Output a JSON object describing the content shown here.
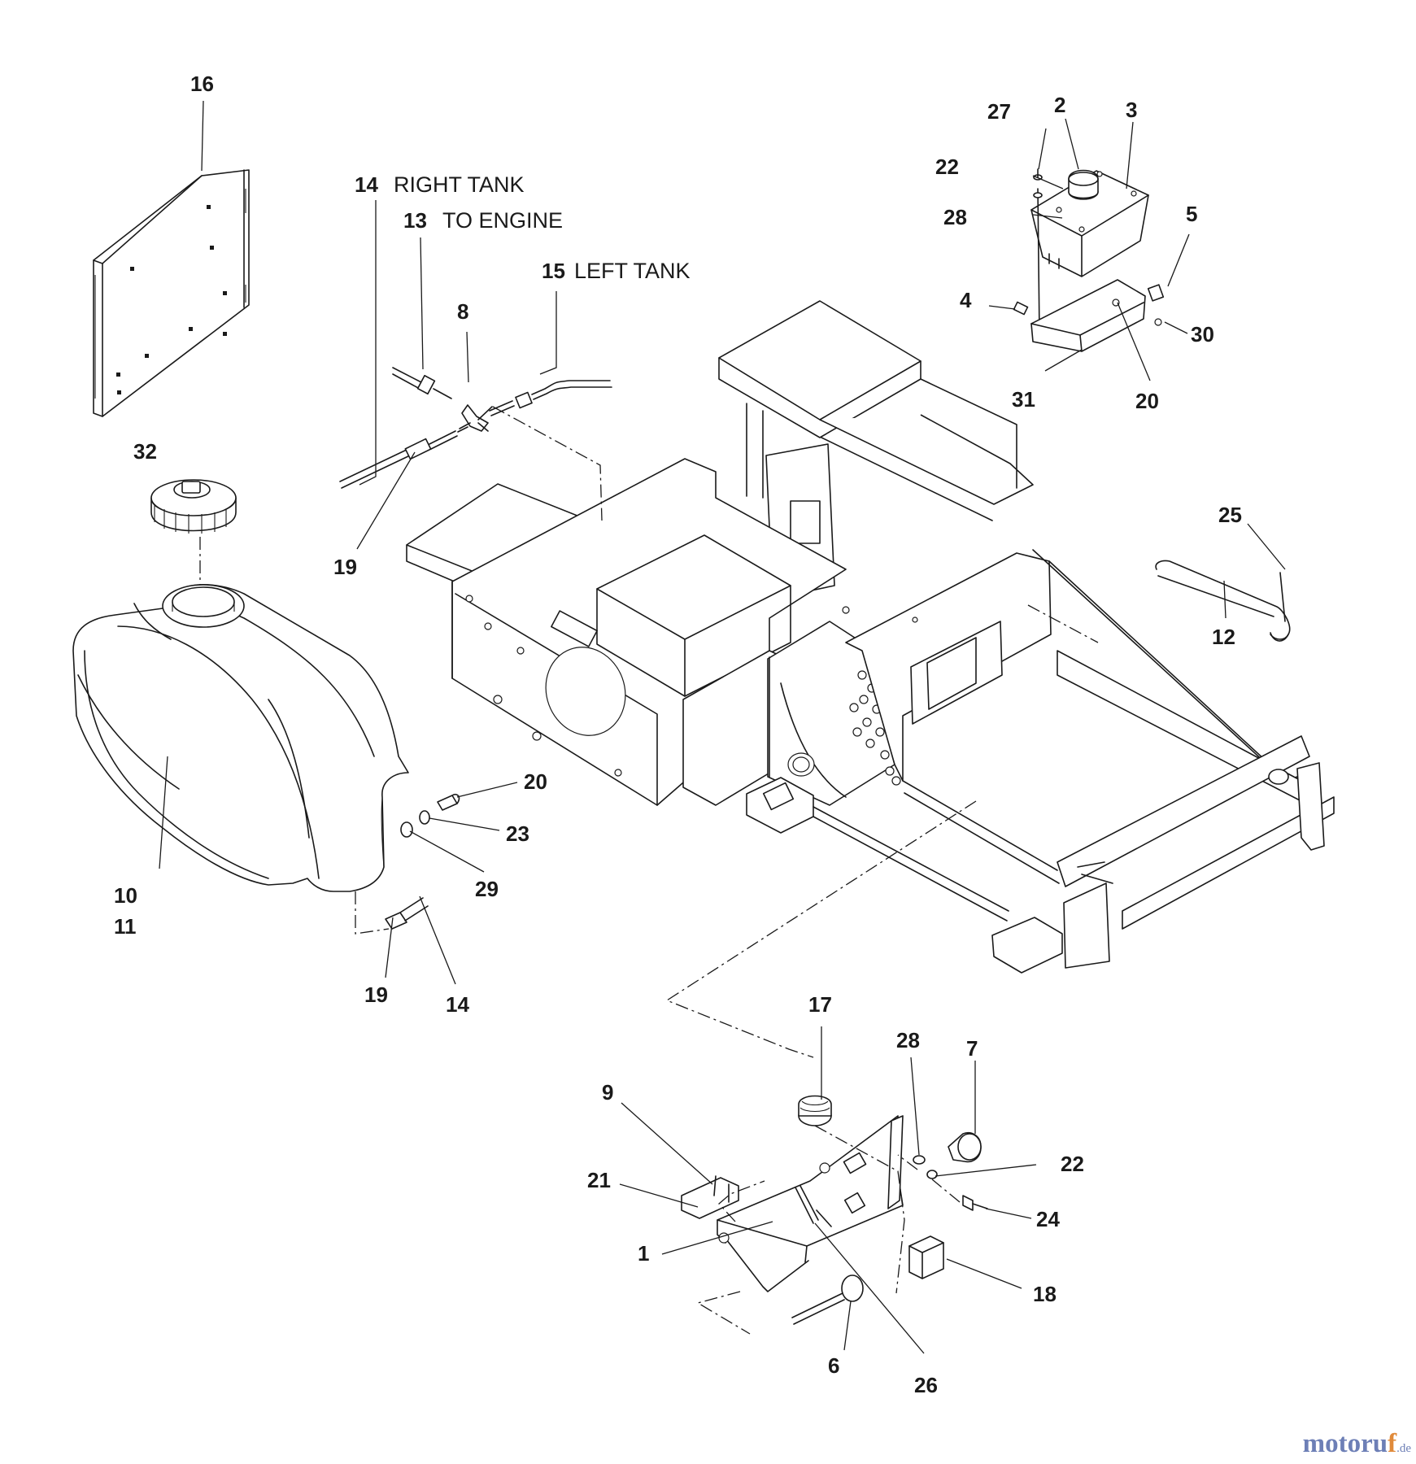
{
  "diagram": {
    "callouts": [
      {
        "id": "c16",
        "num": "16"
      },
      {
        "id": "c14a",
        "num": "14",
        "text": "RIGHT TANK"
      },
      {
        "id": "c13",
        "num": "13",
        "text": "TO ENGINE"
      },
      {
        "id": "c15",
        "num": "15",
        "text": "LEFT TANK"
      },
      {
        "id": "c8",
        "num": "8"
      },
      {
        "id": "c32",
        "num": "32"
      },
      {
        "id": "c19a",
        "num": "19"
      },
      {
        "id": "c27",
        "num": "27"
      },
      {
        "id": "c2",
        "num": "2"
      },
      {
        "id": "c3",
        "num": "3"
      },
      {
        "id": "c22a",
        "num": "22"
      },
      {
        "id": "c28a",
        "num": "28"
      },
      {
        "id": "c5",
        "num": "5"
      },
      {
        "id": "c4",
        "num": "4"
      },
      {
        "id": "c30",
        "num": "30"
      },
      {
        "id": "c31",
        "num": "31"
      },
      {
        "id": "c20a",
        "num": "20"
      },
      {
        "id": "c25",
        "num": "25"
      },
      {
        "id": "c12",
        "num": "12"
      },
      {
        "id": "c20b",
        "num": "20"
      },
      {
        "id": "c23",
        "num": "23"
      },
      {
        "id": "c29",
        "num": "29"
      },
      {
        "id": "c10",
        "num": "10"
      },
      {
        "id": "c11",
        "num": "11"
      },
      {
        "id": "c19b",
        "num": "19"
      },
      {
        "id": "c14b",
        "num": "14"
      },
      {
        "id": "c17",
        "num": "17"
      },
      {
        "id": "c28b",
        "num": "28"
      },
      {
        "id": "c7",
        "num": "7"
      },
      {
        "id": "c9",
        "num": "9"
      },
      {
        "id": "c21",
        "num": "21"
      },
      {
        "id": "c22b",
        "num": "22"
      },
      {
        "id": "c24",
        "num": "24"
      },
      {
        "id": "c1",
        "num": "1"
      },
      {
        "id": "c18",
        "num": "18"
      },
      {
        "id": "c6",
        "num": "6"
      },
      {
        "id": "c26",
        "num": "26"
      }
    ]
  },
  "watermark": {
    "main": "motoru",
    "accent": "f",
    "tld": ".de"
  }
}
